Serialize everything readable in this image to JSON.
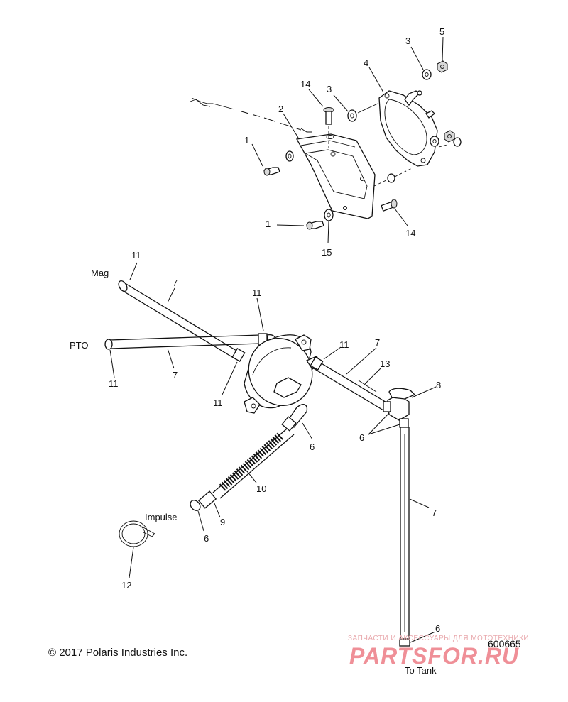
{
  "callouts": {
    "c1_top": "1",
    "c1_bottom": "1",
    "c2": "2",
    "c3_left": "3",
    "c3_right": "3",
    "c4": "4",
    "c5": "5",
    "c14_top": "14",
    "c14_bottom": "14",
    "c15": "15",
    "c11_mag": "11",
    "c7_mag": "7",
    "c11_top": "11",
    "c11_pto": "11",
    "c7_pto": "7",
    "c11_pump": "11",
    "c11_right": "11",
    "c7_right": "7",
    "c13": "13",
    "c8": "8",
    "c6_pump": "6",
    "c6_valve": "6",
    "c10": "10",
    "c9": "9",
    "c6_impulse": "6",
    "c7_vertical": "7",
    "c12": "12",
    "c6_bottom": "6"
  },
  "text_labels": {
    "mag": "Mag",
    "pto": "PTO",
    "impulse": "Impulse",
    "to_tank": "To Tank"
  },
  "footer": {
    "copyright": "© 2017 Polaris Industries Inc.",
    "figure_number": "600665"
  },
  "watermark": {
    "small_text": "ЗАПЧАСТИ И АКСЕССУАРЫ ДЛЯ МОТОТЕХНИКИ",
    "big_text": "PARTSFOR.RU",
    "color": "#ef8f97"
  }
}
